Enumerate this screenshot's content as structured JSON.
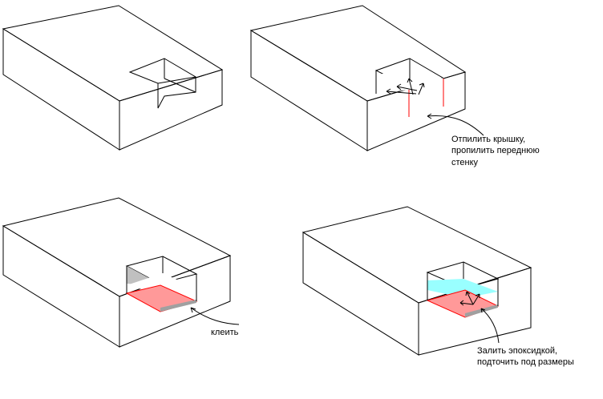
{
  "labels": {
    "step2_line1": "Отпилить крышку,",
    "step2_line2": "пропилить переднюю",
    "step2_line3": "стенку",
    "step3": "клеить",
    "step4_line1": "Залить эпоксидкой,",
    "step4_line2": "подточить под размеры"
  },
  "colors": {
    "block": "#c0c0c0",
    "cut": "#ffffff",
    "glue_pad": "#ff9999",
    "glue_edge": "#ff0000",
    "plate": "#a0a0a0",
    "epoxy": "#99ffff"
  }
}
